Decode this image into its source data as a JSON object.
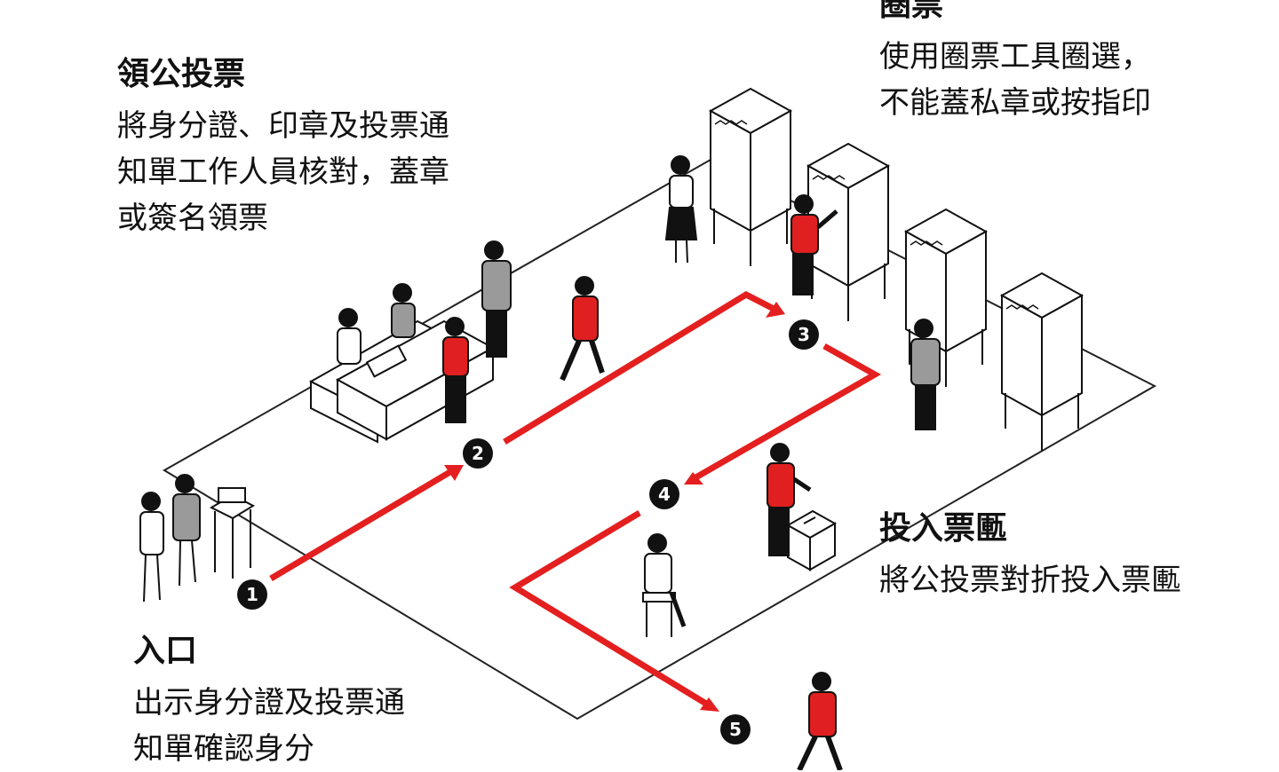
{
  "colors": {
    "route": "#e41f1f",
    "accent_person": "#e02020",
    "ink": "#111111",
    "gray_person": "#9a9a9a"
  },
  "steps": [
    {
      "number": "1",
      "title": "入口",
      "lines": [
        "出示身分證及投票通",
        "知單確認身分"
      ]
    },
    {
      "number": "2",
      "title": "領公投票",
      "lines": [
        "將身分證、印章及投票通",
        "知單工作人員核對，蓋章",
        "或簽名領票"
      ]
    },
    {
      "number": "3",
      "title": "圈票",
      "lines": [
        "使用圈票工具圈選，",
        "不能蓋私章或按指印"
      ]
    },
    {
      "number": "4",
      "title": "投入票匭",
      "lines": [
        "將公投票對折投入票匭"
      ]
    },
    {
      "number": "5"
    }
  ]
}
